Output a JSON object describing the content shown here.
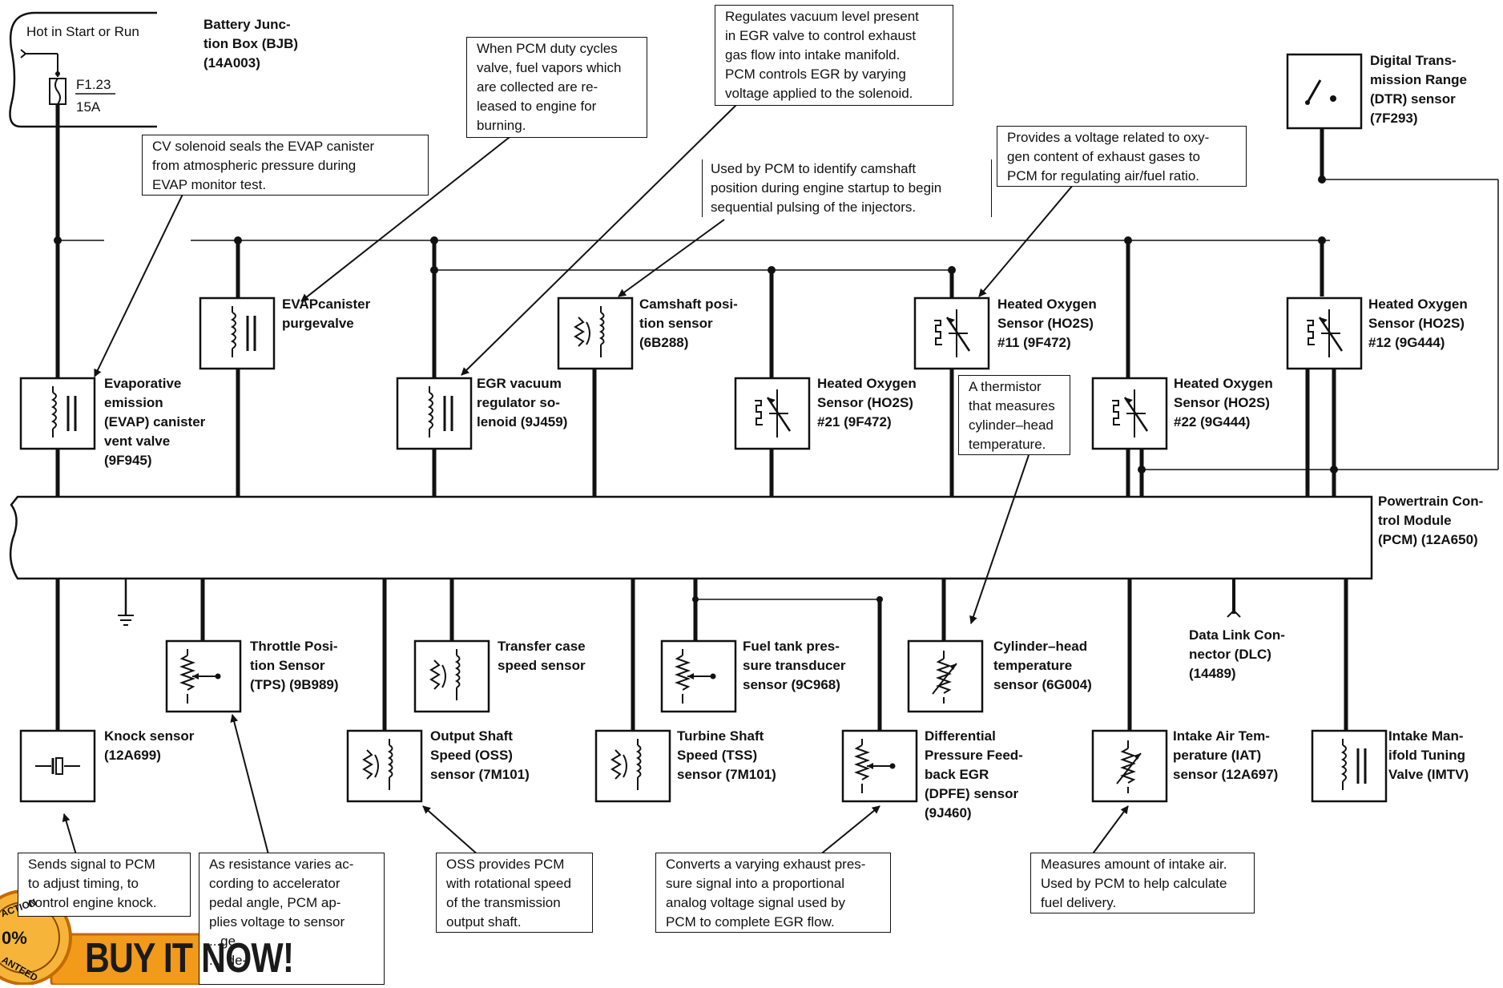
{
  "fuse": {
    "hot_label": "Hot in Start or Run",
    "fuse_id": "F1.23",
    "rating": "15A"
  },
  "components": {
    "bjb": "Battery Junc-\ntion Box (BJB)\n(14A003)",
    "evap_vent": "Evaporative\nemission\n(EVAP) canister\nvent valve\n(9F945)",
    "evap_purge": "EVAPcanister\npurgevalve",
    "egr_vacuum": "EGR vacuum\nregulator so-\nlenoid (9J459)",
    "camshaft": "Camshaft posi-\ntion sensor\n(6B288)",
    "ho2s_21": "Heated Oxygen\nSensor (HO2S)\n#21 (9F472)",
    "ho2s_11": "Heated Oxygen\nSensor (HO2S)\n#11 (9F472)",
    "ho2s_22": "Heated Oxygen\nSensor (HO2S)\n#22 (9G444)",
    "ho2s_12": "Heated Oxygen\nSensor (HO2S)\n#12 (9G444)",
    "dtr": "Digital Trans-\nmission Range\n(DTR) sensor\n(7F293)",
    "pcm": "Powertrain Con-\ntrol Module\n(PCM) (12A650)",
    "knock": "Knock sensor\n(12A699)",
    "tps": "Throttle Posi-\ntion Sensor\n(TPS) (9B989)",
    "oss": "Output Shaft\nSpeed (OSS)\nsensor (7M101)",
    "transfer_case": "Transfer case\nspeed sensor",
    "tss": "Turbine Shaft\nSpeed (TSS)\nsensor (7M101)",
    "fuel_tank": "Fuel tank pres-\nsure transducer\nsensor (9C968)",
    "dpfe": "Differential\nPressure Feed-\nback EGR\n(DPFE) sensor\n(9J460)",
    "cht": "Cylinder–head\ntemperature\nsensor (6G004)",
    "dlc": "Data Link Con-\nnector (DLC)\n(14489)",
    "iat": "Intake Air Tem-\nperature (IAT)\nsensor (12A697)",
    "imtv": "Intake Man-\nifold Tuning\nValve (IMTV)"
  },
  "notes": {
    "cv_solenoid": "CV solenoid seals the EVAP canister\nfrom atmospheric pressure during\nEVAP monitor test.",
    "purge": "When PCM duty cycles\nvalve, fuel vapors which\nare collected are re-\nleased to engine for\nburning.",
    "egr_reg": "Regulates vacuum level present\nin EGR valve to control exhaust\ngas flow into intake manifold.\nPCM controls EGR by varying\nvoltage applied to the solenoid.",
    "camshaft": "Used by PCM to identify camshaft\nposition during engine startup to begin\nsequential pulsing of the injectors.",
    "o2": "Provides a voltage related to oxy-\ngen content of exhaust gases to\nPCM for regulating air/fuel ratio.",
    "thermistor": "A thermistor\nthat measures\ncylinder–head\ntemperature.",
    "knock": "Sends signal to PCM\nto adjust timing, to\ncontrol engine knock.",
    "tps": "As resistance varies ac-\ncording to accelerator\npedal angle, PCM ap-\nplies voltage to sensor\n...ge\n...l de-",
    "oss": "OSS provides PCM\nwith rotational speed\nof the transmission\noutput shaft.",
    "dpfe": "Converts a varying exhaust pres-\nsure signal into a proportional\nanalog voltage signal used by\nPCM to complete EGR flow.",
    "iat": "Measures amount of intake air.\nUsed by PCM to help calculate\nfuel delivery."
  },
  "banner": {
    "text": "BUY IT NOW!",
    "seal_top": "ACTION",
    "seal_left": "0%",
    "seal_bottom": "ANTEED",
    "color_primary": "#f29a1a",
    "color_dark": "#c46a00"
  },
  "colors": {
    "line": "#111111",
    "background": "#ffffff"
  }
}
